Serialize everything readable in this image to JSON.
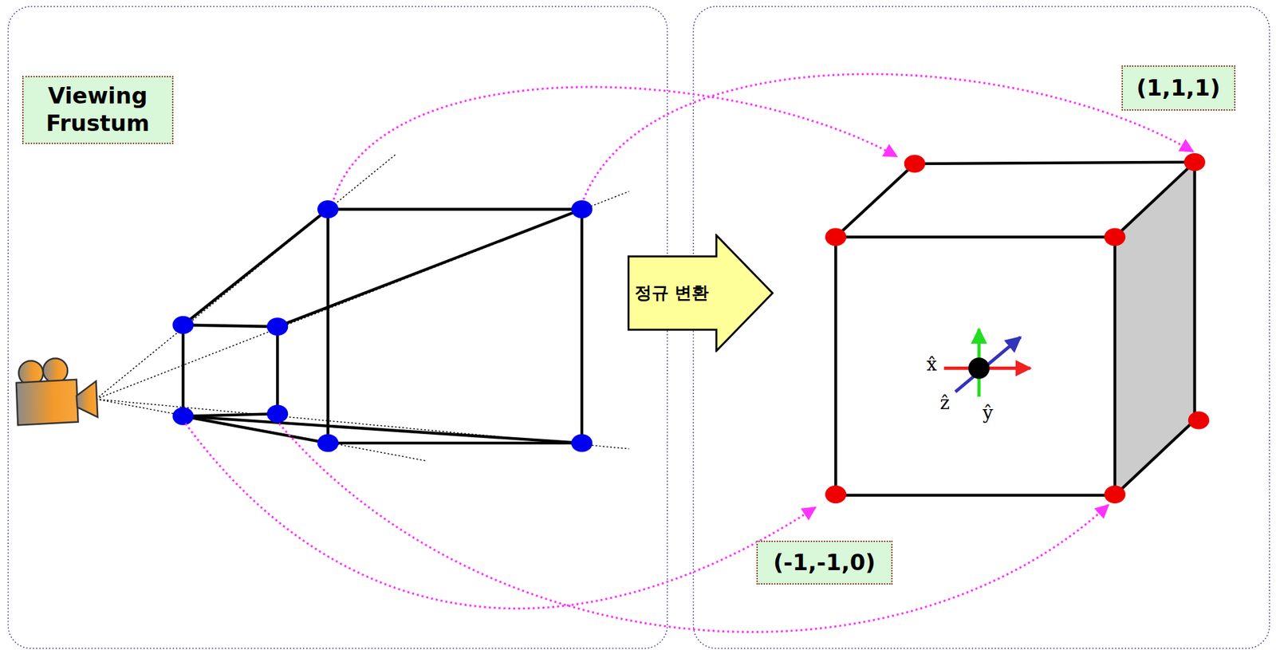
{
  "diagram": {
    "nodes": [
      {
        "text": [
          "Viewing Frustum"
        ]
      },
      {
        "text": [
          "정규 변환"
        ]
      },
      {
        "text": [
          "(1,1,1)"
        ]
      },
      {
        "text": [
          "(-1,-1,0)"
        ]
      }
    ],
    "labels": [
      "x̂",
      "ẑ",
      "ŷ"
    ]
  }
}
